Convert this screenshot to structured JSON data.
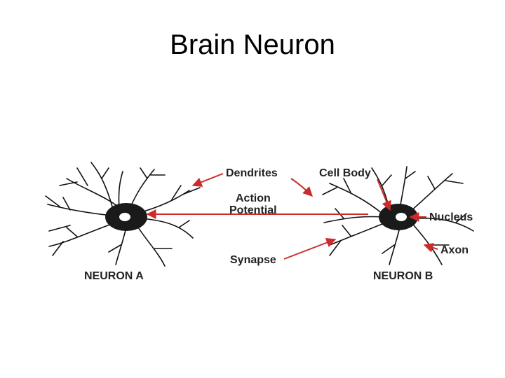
{
  "title": "Brain Neuron",
  "labels": {
    "dendrites": "Dendrites",
    "action": "Action",
    "potential": "Potential",
    "synapse": "Synapse",
    "cell_body": "Cell Body",
    "nucleus": "Nucleus",
    "axon": "Axon",
    "neuron_a": "NEURON A",
    "neuron_b": "NEURON B"
  },
  "colors": {
    "arrow": "#cc2b2b",
    "ink": "#111111"
  }
}
